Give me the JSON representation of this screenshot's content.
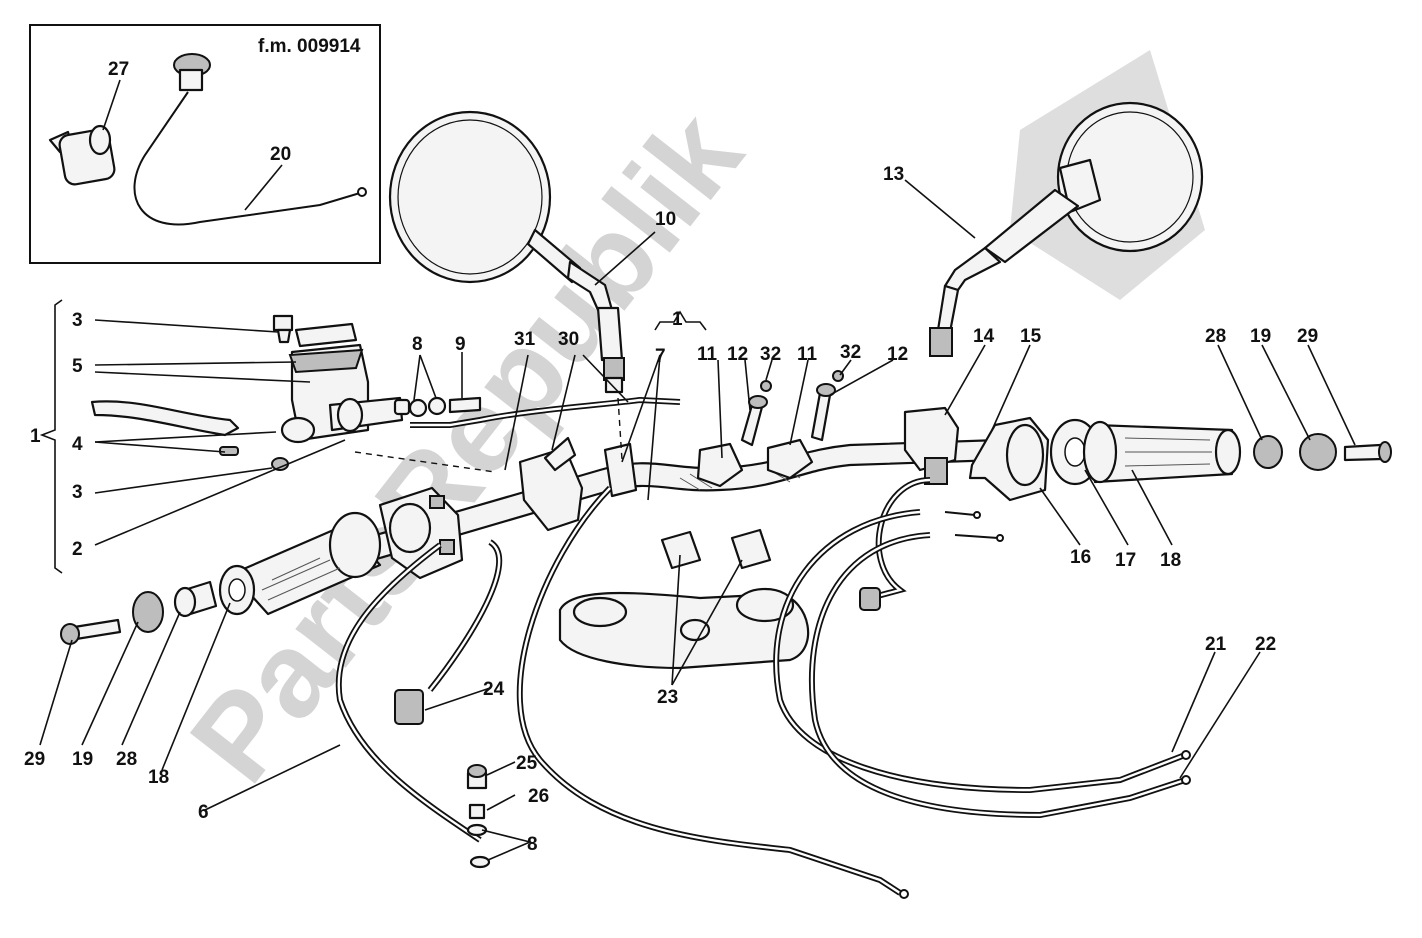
{
  "watermark": {
    "text": "PartsRepublik",
    "color": "#d4d4d4"
  },
  "inset": {
    "code": "f.m. 009914"
  },
  "callouts": {
    "c1_top": "1",
    "c1_left": "1",
    "c2": "2",
    "c3_top": "3",
    "c3_bottom": "3",
    "c4": "4",
    "c5": "5",
    "c6": "6",
    "c7": "7",
    "c8_top": "8",
    "c8_bottom": "8",
    "c9": "9",
    "c10": "10",
    "c11_left": "11",
    "c11_right": "11",
    "c12_left": "12",
    "c12_right": "12",
    "c13": "13",
    "c14": "14",
    "c15": "15",
    "c16": "16",
    "c17": "17",
    "c18_right": "18",
    "c18_left": "18",
    "c19_right": "19",
    "c19_left": "19",
    "c20": "20",
    "c21": "21",
    "c22": "22",
    "c23": "23",
    "c24": "24",
    "c25": "25",
    "c26": "26",
    "c27": "27",
    "c28_right": "28",
    "c28_left": "28",
    "c29_right": "29",
    "c29_left": "29",
    "c30": "30",
    "c31": "31",
    "c32_left": "32",
    "c32_right": "32"
  }
}
